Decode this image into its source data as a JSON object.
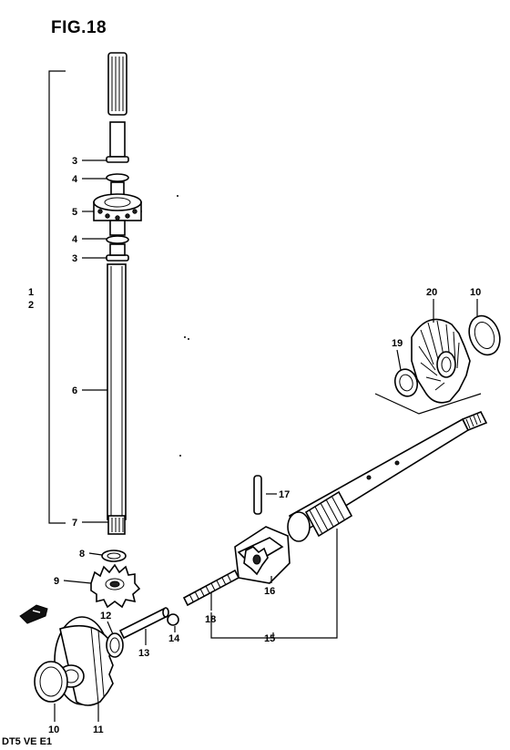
{
  "figure": {
    "title": "FIG.18",
    "footer_code": "DT5 VE E1"
  },
  "callouts": {
    "c1": "1",
    "c2": "2",
    "c3a": "3",
    "c4a": "4",
    "c5": "5",
    "c4b": "4",
    "c3b": "3",
    "c6": "6",
    "c7": "7",
    "c8": "8",
    "c9": "9",
    "c12": "12",
    "c13": "13",
    "c14": "14",
    "c18": "18",
    "c16": "16",
    "c15": "15",
    "c17": "17",
    "c20": "20",
    "c10a": "10",
    "c19": "19",
    "c10b": "10",
    "c11": "11"
  }
}
